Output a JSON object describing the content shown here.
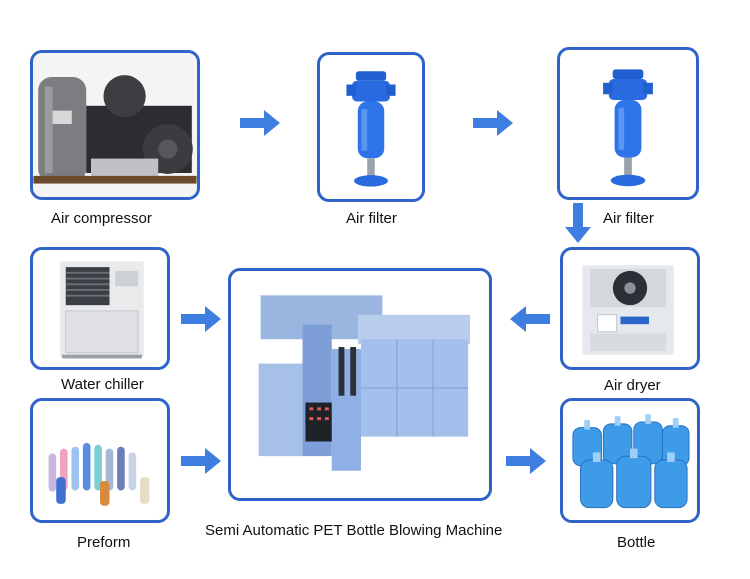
{
  "nodes": {
    "air_compressor": {
      "label": "Air compressor"
    },
    "air_filter_1": {
      "label": "Air filter"
    },
    "air_filter_2": {
      "label": "Air filter"
    },
    "water_chiller": {
      "label": "Water chiller"
    },
    "blowing_machine": {
      "label": "Semi Automatic PET Bottle Blowing Machine"
    },
    "air_dryer": {
      "label": "Air dryer"
    },
    "preform": {
      "label": "Preform"
    },
    "bottle": {
      "label": "Bottle"
    }
  },
  "colors": {
    "border": "#2f63c8",
    "arrow": "#3d7ee0"
  }
}
